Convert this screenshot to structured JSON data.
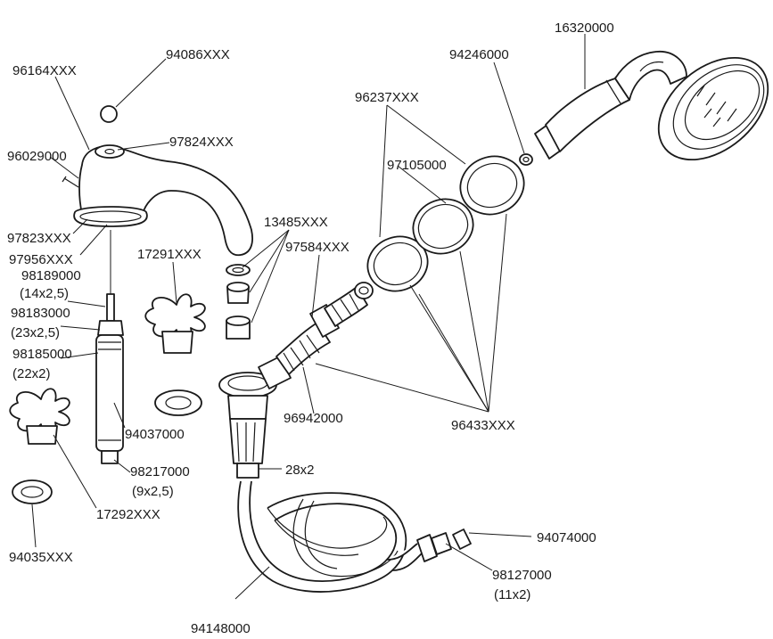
{
  "diagram": {
    "type": "exploded-parts-view",
    "labels": {
      "p94086": "94086XXX",
      "p96164": "96164XXX",
      "p97824": "97824XXX",
      "p96029": "96029000",
      "p97823": "97823XXX",
      "p97956": "97956XXX",
      "p98189": "98189000",
      "p98189s": "(14x2,5)",
      "p98183": "98183000",
      "p98183s": "(23x2,5)",
      "p98185": "98185000",
      "p98185s": "(22x2)",
      "p94037": "94037000",
      "p98217": "98217000",
      "p98217s": "(9x2,5)",
      "p17292": "17292XXX",
      "p94035": "94035XXX",
      "p17291": "17291XXX",
      "p13485": "13485XXX",
      "p97584": "97584XXX",
      "p96942": "96942000",
      "p28x2": "28x2",
      "p96237": "96237XXX",
      "p97105": "97105000",
      "p94246": "94246000",
      "p16320": "16320000",
      "p96433": "96433XXX",
      "p94074": "94074000",
      "p98127": "98127000",
      "p98127s": "(11x2)",
      "p94148": "94148000"
    }
  }
}
